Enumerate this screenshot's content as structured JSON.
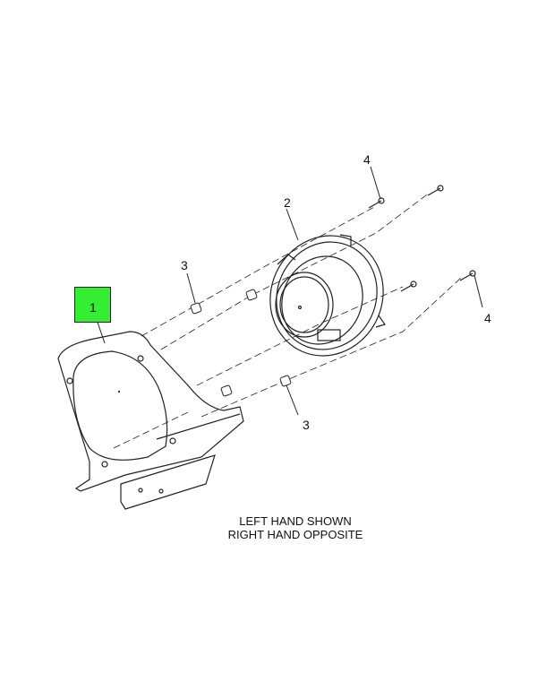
{
  "callouts": {
    "part1": "1",
    "part2": "2",
    "part3a": "3",
    "part3b": "3",
    "part4a": "4",
    "part4b": "4"
  },
  "caption": {
    "line1": "LEFT HAND SHOWN",
    "line2": "RIGHT HAND OPPOSITE"
  },
  "colors": {
    "highlight": "#33ee33",
    "line": "#222222"
  }
}
